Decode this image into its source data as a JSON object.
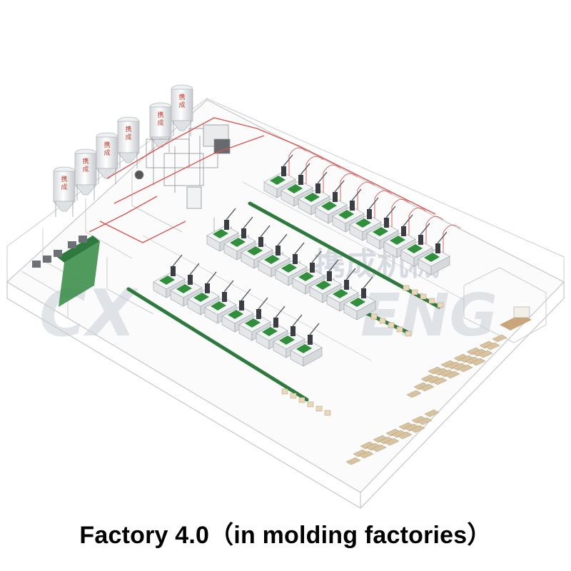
{
  "caption": "Factory 4.0（in molding factories）",
  "watermark": {
    "logo_text": "CX",
    "brand_text": "ENG",
    "chinese_text": "携成机械"
  },
  "silo_labels": [
    "携",
    "成"
  ],
  "colors": {
    "wall": "#c9ccd0",
    "floor_line": "#b8bcc0",
    "machine_green": "#2f8f3a",
    "conveyor_green": "#2e7a3e",
    "pipe_red": "#d9534f",
    "pallet": "#d8c3a0",
    "watermark": "#c9ced6"
  }
}
